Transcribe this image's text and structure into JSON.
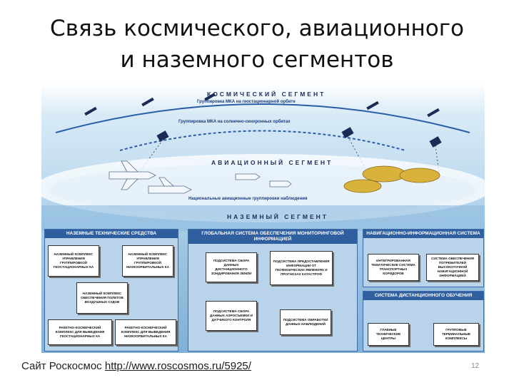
{
  "slide": {
    "title_line1": "Связь космического, авиационного",
    "title_line2": "и наземного сегментов",
    "footer_prefix": "Сайт Роскосмос",
    "footer_link": "http://www.roscosmos.ru/5925/",
    "page_number": "12"
  },
  "diagram": {
    "space_segment": "КОСМИЧЕСКИЙ СЕГМЕНТ",
    "geo_group": "Группировка МКА на геостационарной орбите",
    "sso_group": "Группировка МКА на солнечно-синхронных орбитах",
    "aviation_segment": "АВИАЦИОННЫЙ СЕГМЕНТ",
    "aviation_groups": "Национальные авиационные группировки наблюдения",
    "ground_segment": "НАЗЕМНЫЙ СЕГМЕНТ",
    "panel_tech": {
      "heading": "НАЗЕМНЫЕ ТЕХНИЧЕСКИЕ СРЕДСТВА",
      "boxes": [
        "НАЗЕМНЫЙ КОМПЛЕКС УПРАВЛЕНИЯ ГРУППИРОВКОЙ ГЕОСТАЦИОНАРНЫХ КА",
        "НАЗЕМНЫЙ КОМПЛЕКС УПРАВЛЕНИЯ ГРУППИРОВКОЙ НИЗКООРБИТАЛЬНЫХ КА",
        "НАЗЕМНЫЙ КОМПЛЕКС ОБЕСПЕЧЕНИЯ ПОЛЕТОВ ВОЗДУШНЫХ СУДОВ",
        "РАКЕТНО-КОСМИЧЕСКИЙ КОМПЛЕКС ДЛЯ ВЫВЕДЕНИЯ ГЕОСТАЦИОНАРНЫХ КА",
        "РАКЕТНО-КОСМИЧЕСКИЙ КОМПЛЕКС ДЛЯ ВЫВЕДЕНИЯ НИЗКООРБИТАЛЬНЫХ КА"
      ]
    },
    "panel_monitor": {
      "heading": "ГЛОБАЛЬНАЯ СИСТЕМА ОБЕСПЕЧЕНИЯ МОНИТОРИНГОВОЙ ИНФОРМАЦИЕЙ",
      "boxes": [
        "ПОДСИСТЕМА СБОРА ДАННЫХ ДИСТАНЦИОННОГО ЗОНДИРОВАНИЯ ЗЕМЛИ",
        "ПОДСИСТЕМА ПРЕДОСТАВЛЕНИЯ ИНФОРМАЦИИ ОТ ГЕОФИЗИЧЕСКИХ ЯВЛЕНИЯХ И ПРОГНОЗАХ КАТАСТРОФ",
        "ПОДСИСТЕМА СБОРА ДАННЫХ АЭРОСЪЕМКИ И ДАТЧИКОГО КОНТРОЛЯ",
        "ПОДСИСТЕМА ОБРАБОТКИ ДАННЫХ НАБЛЮДЕНИЙ"
      ]
    },
    "panel_nav": {
      "heading": "НАВИГАЦИОННО-ИНФОРМАЦИОННАЯ СИСТЕМА",
      "boxes": [
        "ИНТЕГРИРОВАННАЯ ТЕМАТИЧЕСКИЕ СИСТЕМА ТРАНСПОРТНЫХ КОРИДОРОВ",
        "СИСТЕМА ОБЕСПЕЧЕНИЯ ПОТРЕБИТЕЛЕЙ ВЫСОКОТОЧНОЙ НАВИГАЦИОННОЙ ИНФОРМАЦИЕЙ"
      ]
    },
    "panel_edu": {
      "heading": "СИСТЕМА ДИСТАНЦИОННОГО ОБУЧЕНИЯ",
      "boxes": [
        "ГЛАВНЫЕ ТЕХНИЧЕСКИЕ ЦЕНТРЫ",
        "ГРУППОВЫЕ ТЕРМИНАЛЬНЫЕ КОМПЛЕКСЫ"
      ]
    }
  }
}
